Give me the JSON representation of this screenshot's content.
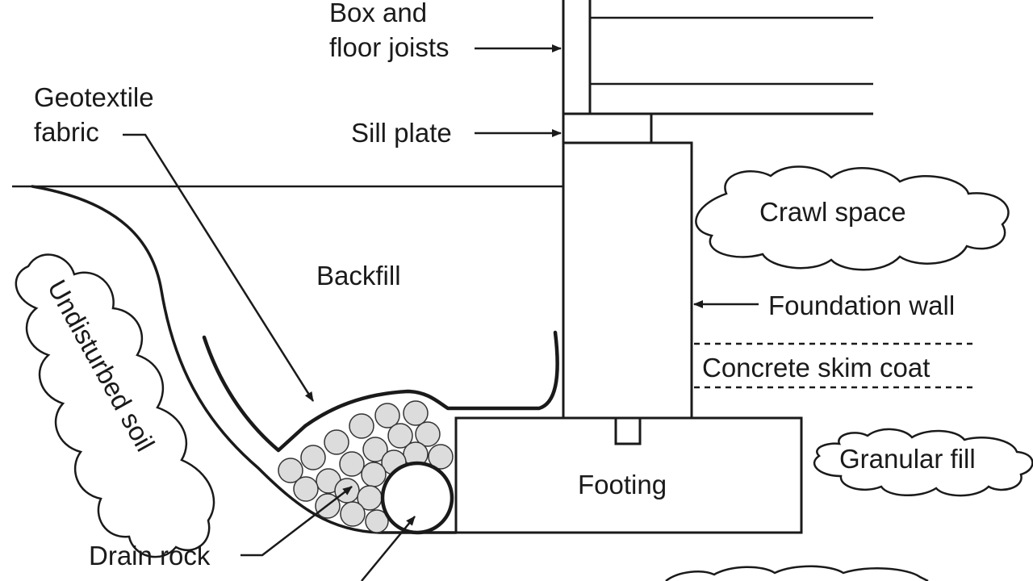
{
  "diagram": {
    "labels": {
      "box_and_floor_joists_line1": "Box and",
      "box_and_floor_joists_line2": "floor joists",
      "geotextile_fabric_line1": "Geotextile",
      "geotextile_fabric_line2": "fabric",
      "sill_plate": "Sill plate",
      "crawl_space": "Crawl space",
      "backfill": "Backfill",
      "undisturbed_soil": "Undisturbed soil",
      "foundation_wall": "Foundation wall",
      "concrete_skim_coat": "Concrete skim coat",
      "granular_fill": "Granular fill",
      "footing": "Footing",
      "drain_rock": "Drain rock"
    },
    "colors": {
      "line": "#1a1a1a",
      "rock_fill": "#dcdcdc",
      "background": "#ffffff"
    }
  }
}
